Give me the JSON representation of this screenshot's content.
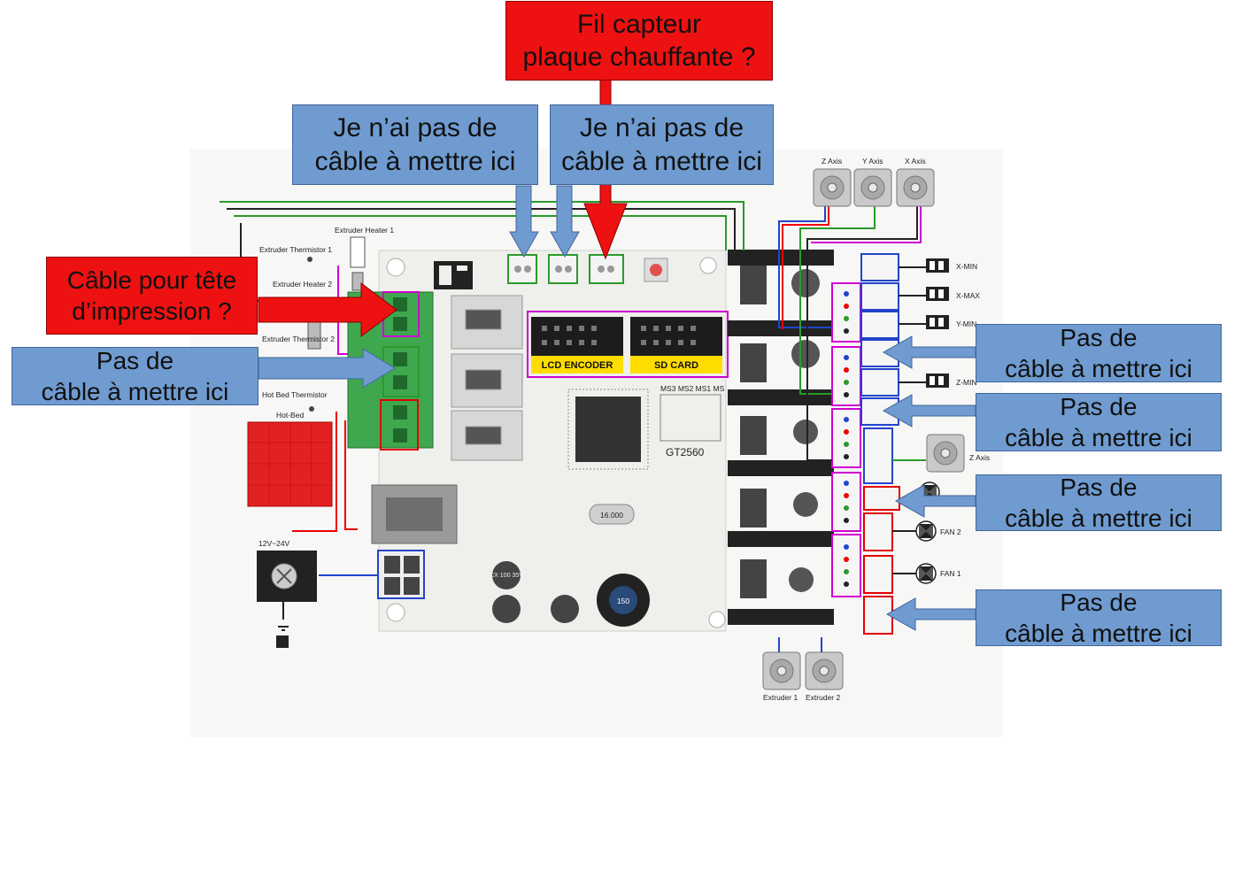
{
  "colors": {
    "callout_blue": "#6f9bd0",
    "callout_red": "#ee1111",
    "board": "#f1f1ef",
    "header_yellow": "#ffdd00",
    "highlight_magenta": "#d000d0"
  },
  "callouts": {
    "top_red": "Fil capteur\nplaque chauffante ?",
    "top_blue_left": "Je n’ai pas de\ncâble à mettre ici",
    "top_blue_right": "Je n’ai pas de\ncâble à mettre ici",
    "left_red": "Câble pour tête\nd’impression ?",
    "left_blue": "Pas de\ncâble à mettre ici",
    "right_1": "Pas de\ncâble à mettre ici",
    "right_2": "Pas de\ncâble à mettre ici",
    "right_3": "Pas de\ncâble à mettre ici",
    "right_4": "Pas de\ncâble à mettre ici"
  },
  "board": {
    "model": "GT2560",
    "lcd_encoder": "LCD ENCODER",
    "sd_card": "SD CARD",
    "crystal": "16.000",
    "inductor": "150",
    "cap_text": "CX\n100\n35V",
    "jumper_table": "MS3 MS2 MS1 MS"
  },
  "labels": {
    "extruder_heater_1": "Extruder Heater 1",
    "extruder_thermistor_1": "Extruder Thermistor 1",
    "extruder_heater_2": "Extruder Heater 2",
    "extruder_thermistor_2": "Extruder Thermistor 2",
    "hot_bed_thermistor": "Hot Bed Thermistor",
    "hot_bed": "Hot-Bed",
    "power": "12V~24V",
    "z_axis_top": "Z Axis",
    "y_axis": "Y Axis",
    "x_axis": "X Axis",
    "z_axis_right": "Z Axis",
    "x_min": "X-MIN",
    "x_max": "X-MAX",
    "y_min": "Y-MIN",
    "z_min": "Z-MIN",
    "fan_2": "FAN 2",
    "fan_1": "FAN 1",
    "extruder_1": "Extruder 1",
    "extruder_2": "Extruder 2"
  }
}
